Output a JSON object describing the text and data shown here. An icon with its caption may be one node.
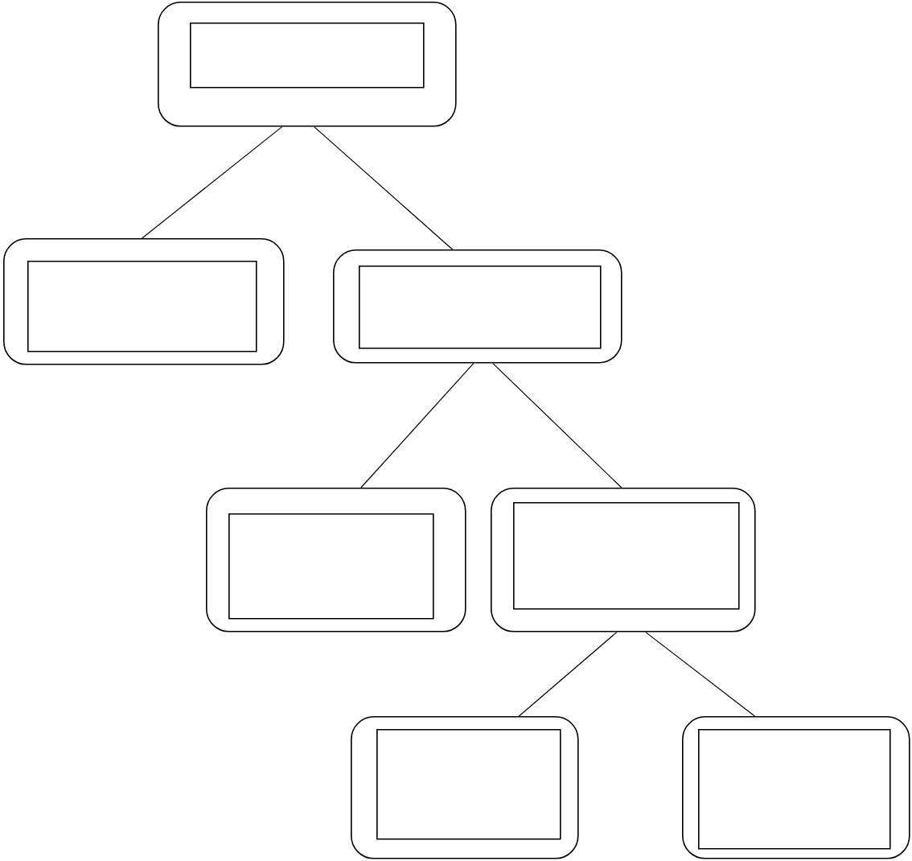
{
  "diagram": {
    "nodes": [
      {
        "text": [],
        "shape": "box"
      },
      {
        "text": [],
        "shape": "box",
        "in": 0
      },
      {
        "text": [],
        "shape": "box"
      },
      {
        "text": [],
        "shape": "box",
        "in": 2
      },
      {
        "text": [],
        "shape": "box"
      },
      {
        "text": [],
        "shape": "box",
        "in": 4
      },
      {
        "text": [],
        "shape": "box"
      },
      {
        "text": [],
        "shape": "box",
        "in": 6
      },
      {
        "text": [],
        "shape": "box"
      },
      {
        "text": [],
        "shape": "box",
        "in": 8
      },
      {
        "text": [],
        "shape": "box"
      },
      {
        "text": [],
        "shape": "box",
        "in": 10
      },
      {
        "text": [],
        "shape": "box"
      },
      {
        "text": [],
        "shape": "box",
        "in": 12
      }
    ],
    "edges": [
      {
        "from": 0,
        "to": 2,
        "arrow": "none"
      },
      {
        "from": 0,
        "to": 4,
        "arrow": "none"
      },
      {
        "from": 4,
        "to": 6,
        "arrow": "none"
      },
      {
        "from": 4,
        "to": 8,
        "arrow": "none"
      },
      {
        "from": 8,
        "to": 10,
        "arrow": "none"
      },
      {
        "from": 8,
        "to": 12,
        "arrow": "none"
      }
    ]
  }
}
